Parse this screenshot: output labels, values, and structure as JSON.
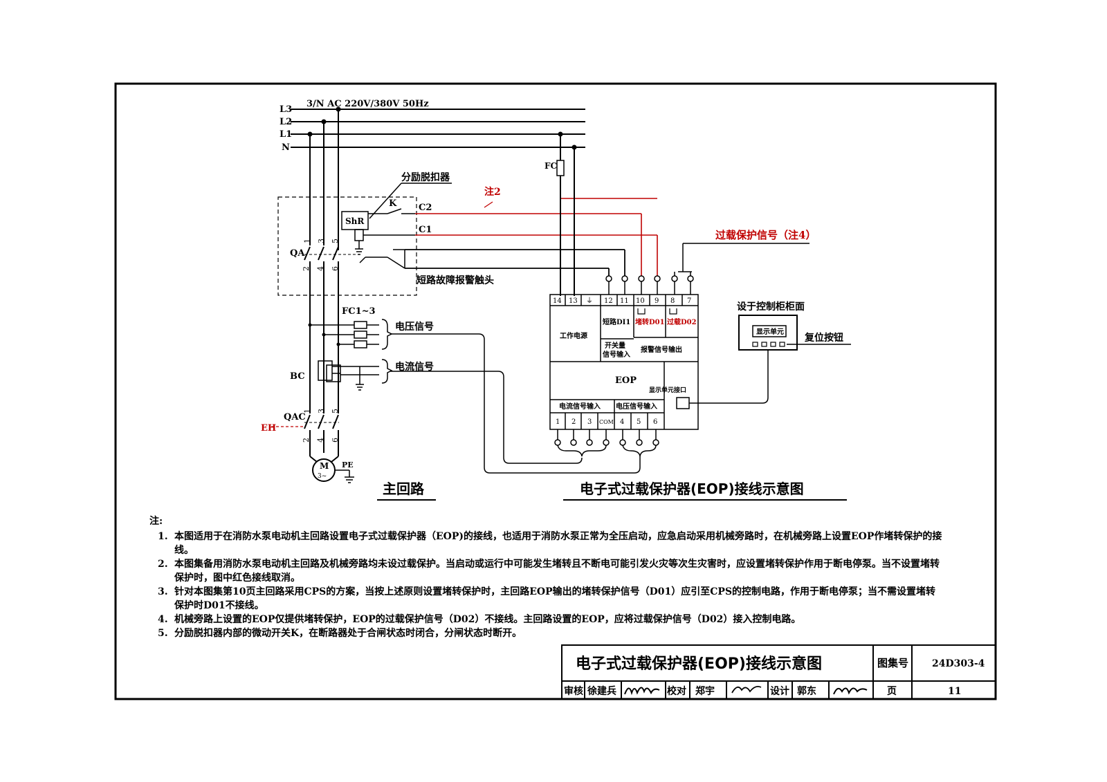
{
  "supply": {
    "spec": "3/N AC 220V/380V 50Hz",
    "lines": [
      "L3",
      "L2",
      "L1",
      "N"
    ]
  },
  "main_circuit": {
    "shunt_release": "分励脱扣器",
    "shr": "ShR",
    "k": "K",
    "c2": "C2",
    "c1": "C1",
    "note2_tag": "注2",
    "qa": "QA",
    "short_alarm": "短路故障报警触头",
    "fc_fuse": "FC",
    "fc13": "FC1~3",
    "voltage_signal": "电压信号",
    "bc": "BC",
    "current_signal": "电流信号",
    "qac": "QAC",
    "eh": "EH",
    "motor_m": "M",
    "motor_phase": "3~",
    "pe": "PE",
    "caption": "主回路",
    "terminal_top": [
      "1",
      "3",
      "5"
    ],
    "terminal_bottom": [
      "2",
      "4",
      "6"
    ]
  },
  "eop": {
    "overload_signal": "过载保护信号（注4）",
    "terminals_top": [
      "14",
      "13",
      "⏚",
      "12",
      "11",
      "10",
      "9",
      "8",
      "7"
    ],
    "power": "工作电源",
    "short_di1": "短路DI1",
    "switch_input_1": "开关量",
    "switch_input_2": "信号输入",
    "stall_do1": "堵转D01",
    "overload_do2": "过载D02",
    "alarm_out": "报警信号输出",
    "name": "EOP",
    "display_port": "显示单元接口",
    "current_input": "电流信号输入",
    "voltage_input": "电压信号输入",
    "terminals_bottom": [
      "1",
      "2",
      "3",
      "COM",
      "4",
      "5",
      "6"
    ],
    "panel_label": "设于控制柜柜面",
    "display_unit": "显示单元",
    "reset_button": "复位按钮",
    "caption": "电子式过载保护器(EOP)接线示意图"
  },
  "notes": {
    "heading": "注:",
    "items": [
      {
        "num": "1.",
        "text": "本图适用于在消防水泵电动机主回路设置电子式过载保护器（EOP)的接线，也适用于消防水泵正常为全压启动，应急启动采用机械旁路时，在机械旁路上设置EOP作堵转保护的接线。"
      },
      {
        "num": "2.",
        "text": "本图集备用消防水泵电动机主回路及机械旁路均未设过载保护。当启动或运行中可能发生堵转且不断电可能引发火灾等次生灾害时，应设置堵转保护作用于断电停泵。当不设置堵转保护时，图中红色接线取消。"
      },
      {
        "num": "3.",
        "text": "针对本图集第10页主回路采用CPS的方案，当按上述原则设置堵转保护时，主回路EOP输出的堵转保护信号（D01）应引至CPS的控制电路，作用于断电停泵；当不需设置堵转保护时D01不接线。"
      },
      {
        "num": "4.",
        "text": "机械旁路上设置的EOP仅提供堵转保护，EOP的过载保护信号（D02）不接线。主回路设置的EOP，应将过载保护信号（D02）接入控制电路。"
      },
      {
        "num": "5.",
        "text": "分励脱扣器内部的微动开关K，在断路器处于合闸状态时闭合，分闸状态时断开。"
      }
    ]
  },
  "title_block": {
    "title": "电子式过载保护器(EOP)接线示意图",
    "atlas_label": "图集号",
    "atlas_no": "24D303-4",
    "review_label": "审核",
    "reviewer": "徐建兵",
    "check_label": "校对",
    "checker": "郑宇",
    "design_label": "设计",
    "designer": "郭东",
    "page_label": "页",
    "page_no": "11"
  },
  "colors": {
    "line": "#000000",
    "red": "#c00000"
  }
}
